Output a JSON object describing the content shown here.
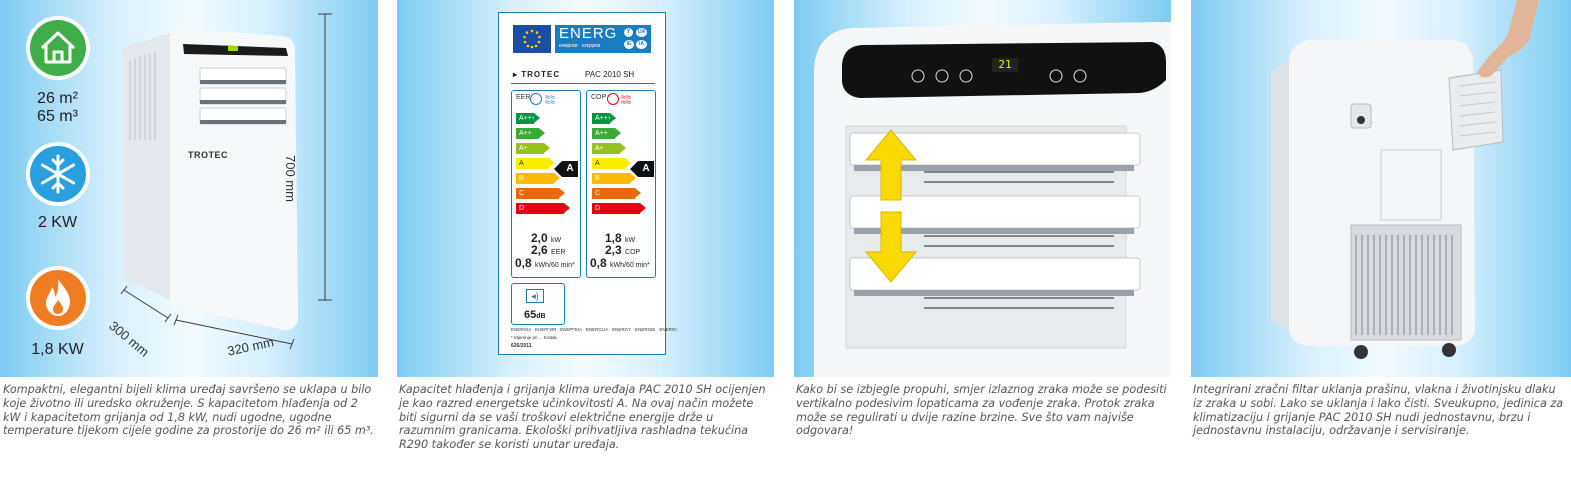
{
  "panel1": {
    "area_m2": "26 m²",
    "area_m3": "65 m³",
    "cooling_power": "2 KW",
    "heating_power": "1,8 KW",
    "height_dim": "700 mm",
    "depth_dim": "300 mm",
    "width_dim": "320 mm",
    "brand": "TROTEC",
    "icons": [
      "house-icon",
      "snowflake-icon",
      "flame-icon"
    ],
    "colors": {
      "house": "#3fae49",
      "snow": "#2a9fe0",
      "flame": "#f07d22"
    },
    "caption": "Kompaktni, elegantni bijeli klima uređaj savršeno se uklapa u bilo koje životno ili uredsko okruženje. S kapacitetom hlađenja od 2 kW i kapacitetom grijanja od 1,8 kW, nudi ugodne, ugodne temperature tijekom cijele godine za prostorije do 26 m² ili 65 m³."
  },
  "panel2": {
    "energy_title": "ENERG",
    "energy_subtitle": "енергия · ενεργεια",
    "badges": [
      "Y",
      "IJA",
      "IE",
      "IA"
    ],
    "brand": "TROTEC",
    "model": "PAC 2010 SH",
    "eer_label": "EER",
    "cop_label": "COP",
    "classes": [
      "A+++",
      "A++",
      "A+",
      "A",
      "B",
      "C",
      "D"
    ],
    "class_colors": [
      "#009640",
      "#3aaa35",
      "#95c11f",
      "#ffed00",
      "#fbba00",
      "#eb6909",
      "#e30613"
    ],
    "cool_rating": "A",
    "heat_rating": "A",
    "cool_kw": "2,0",
    "cool_kw_unit": "kW",
    "eer_value": "2,6",
    "eer_unit": "EER",
    "cool_consumption": "0,8",
    "consumption_unit": "kWh/60 min*",
    "heat_kw": "1,8",
    "heat_kw_unit": "kW",
    "cop_value": "2,3",
    "cop_unit": "COP",
    "heat_consumption": "0,8",
    "noise": "65",
    "noise_unit": "dB",
    "energy_footer": "ENERGIA · ЕНЕРГИЯ · ΕΝΕΡΓΕΙΑ · ENERGIJA · ENERGY · ENERGIE · ENERGI",
    "footnote": "* Mjerenje pri ... Kratak",
    "regulation": "626/2011",
    "caption": "Kapacitet hlađenja i grijanja klima uređaja PAC 2010 SH ocijenjen je kao razred energetske učinkovitosti A. Na ovaj način možete biti sigurni da se vaši troškovi električne energije drže u razumnim granicama. Ekološki prihvatljiva rashladna tekućina R290 također se koristi unutar uređaja."
  },
  "panel3": {
    "display": "21",
    "caption": "Kako bi se izbjegle propuhi, smjer izlaznog zraka može se podesiti vertikalno podesivim lopaticama za vođenje zraka. Protok zraka može se regulirati u dvije razine brzine. Sve što vam najviše odgovara!"
  },
  "panel4": {
    "caption": "Integrirani zračni filtar uklanja prašinu, vlakna i životinjsku dlaku iz zraka u sobi. Lako se uklanja i lako čisti. Sveukupno, jedinica za klimatizaciju i grijanje PAC 2010 SH nudi jednostavnu, brzu i jednostavnu instalaciju, održavanje i servisiranje."
  }
}
